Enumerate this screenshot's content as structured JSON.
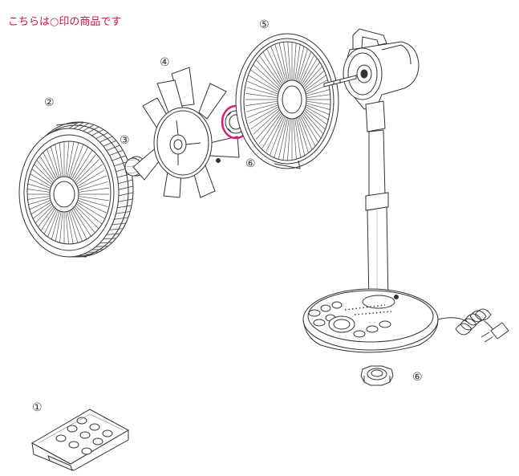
{
  "caption": {
    "prefix": "こちらは",
    "marker": "○",
    "suffix": "印の商品です",
    "accent_color": "#c8103e",
    "marker_color": "#e0187a"
  },
  "parts": [
    {
      "label": "①",
      "name": "remote-control"
    },
    {
      "label": "②",
      "name": "front-guard"
    },
    {
      "label": "③",
      "name": "blade-cap"
    },
    {
      "label": "④",
      "name": "blade"
    },
    {
      "label": "⑤",
      "name": "rear-guard"
    },
    {
      "label": "⑥",
      "name": "guard-nut"
    },
    {
      "label": "⑥",
      "name": "guard-nut"
    }
  ]
}
